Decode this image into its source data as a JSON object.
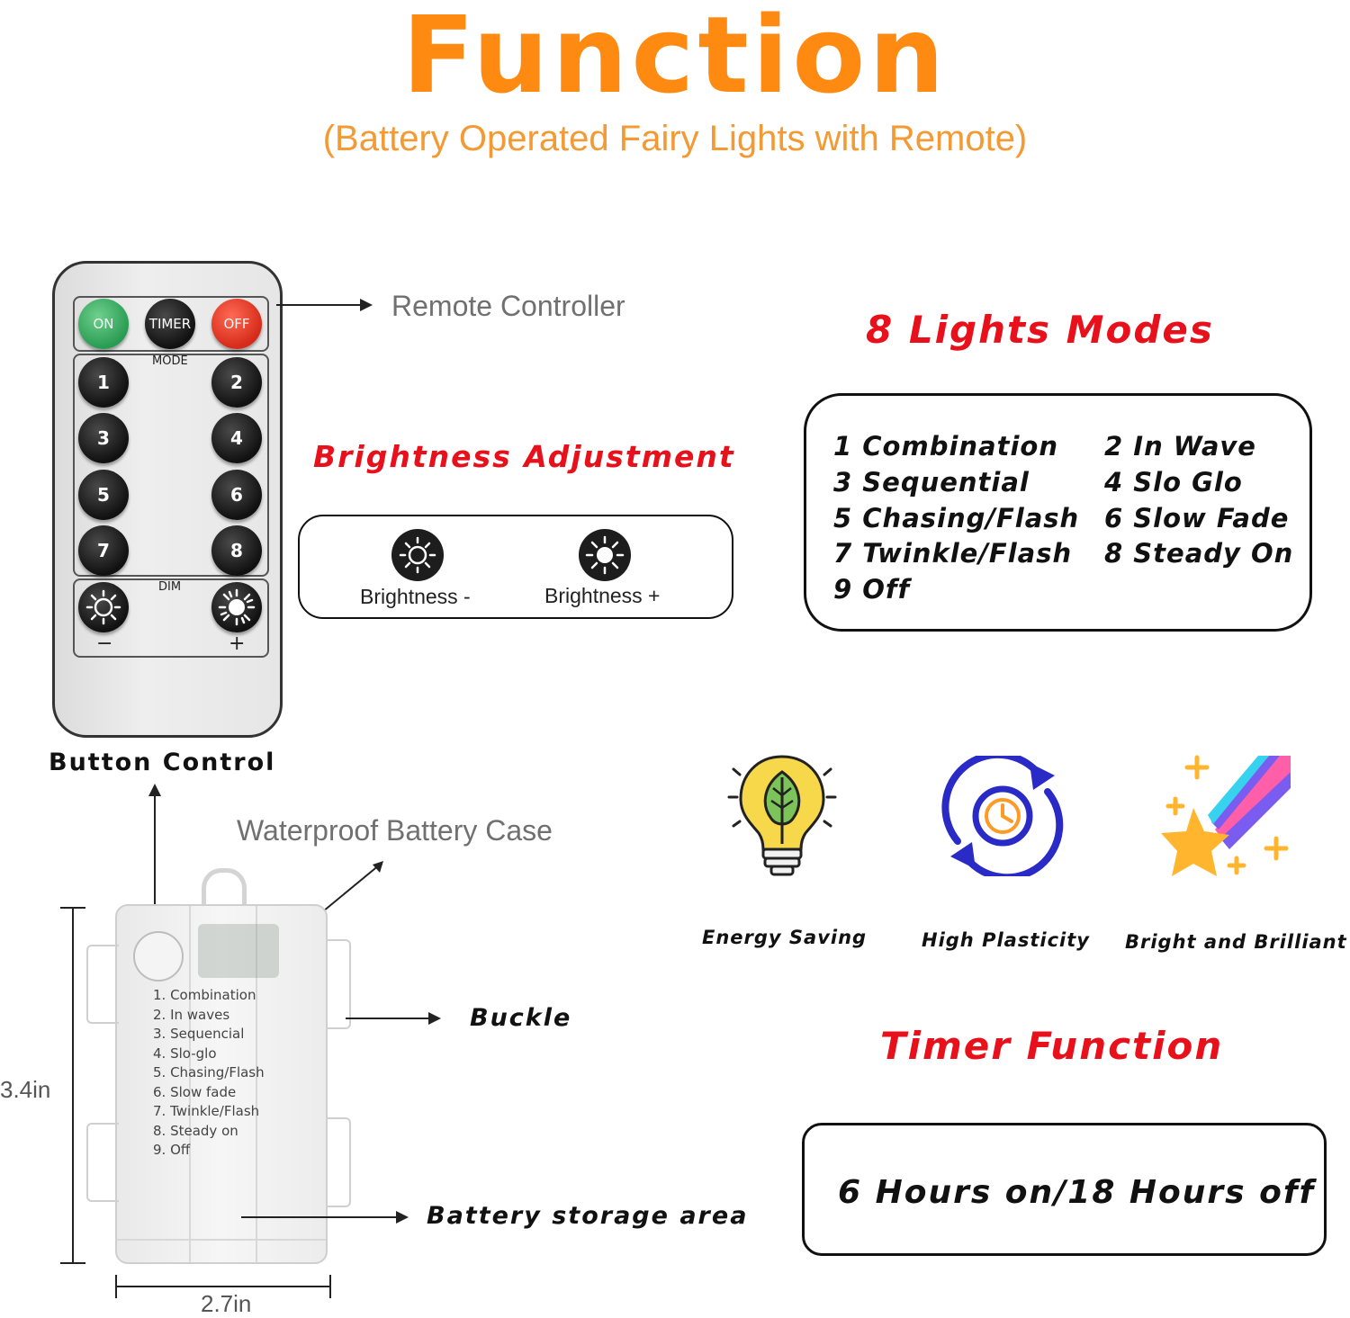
{
  "header": {
    "title": "Function",
    "subtitle": "(Battery Operated Fairy Lights with Remote)"
  },
  "remote": {
    "callout": "Remote Controller",
    "caption": "Button Control",
    "on": "ON",
    "timer": "TIMER",
    "off": "OFF",
    "mode_label": "MODE",
    "numbers": [
      "1",
      "2",
      "3",
      "4",
      "5",
      "6",
      "7",
      "8"
    ],
    "dim_label": "DIM",
    "minus": "−",
    "plus": "+"
  },
  "brightness": {
    "heading": "Brightness Adjustment",
    "minus_label": "Brightness -",
    "plus_label": "Brightness +"
  },
  "modes": {
    "heading": "8 Lights Modes",
    "items": [
      "1 Combination",
      "2 In Wave",
      "3 Sequential",
      "4 Slo Glo",
      "5 Chasing/Flash",
      "6 Slow Fade",
      "7 Twinkle/Flash",
      "8 Steady On",
      "9 Off"
    ]
  },
  "features": [
    {
      "label": "Energy Saving",
      "icon": "lightbulb-leaf-icon"
    },
    {
      "label": "High Plasticity",
      "icon": "clock-cycle-icon"
    },
    {
      "label": "Bright and Brilliant",
      "icon": "shooting-star-icon"
    }
  ],
  "battery": {
    "callout": "Waterproof Battery Case",
    "buckle": "Buckle",
    "storage": "Battery storage area",
    "height": "3.4in",
    "width": "2.7in",
    "printed_modes": [
      "1. Combination",
      "2. In waves",
      "3. Sequencial",
      "4. Slo-glo",
      "5. Chasing/Flash",
      "6. Slow fade",
      "7. Twinkle/Flash",
      "8. Steady on",
      "9. Off"
    ]
  },
  "timer": {
    "heading": "Timer Function",
    "text": "6 Hours on/18 Hours off"
  },
  "colors": {
    "title_orange": "#ff8a12",
    "heading_red": "#e8101b",
    "on_green": "#2a9c52",
    "off_red": "#d62b19"
  }
}
